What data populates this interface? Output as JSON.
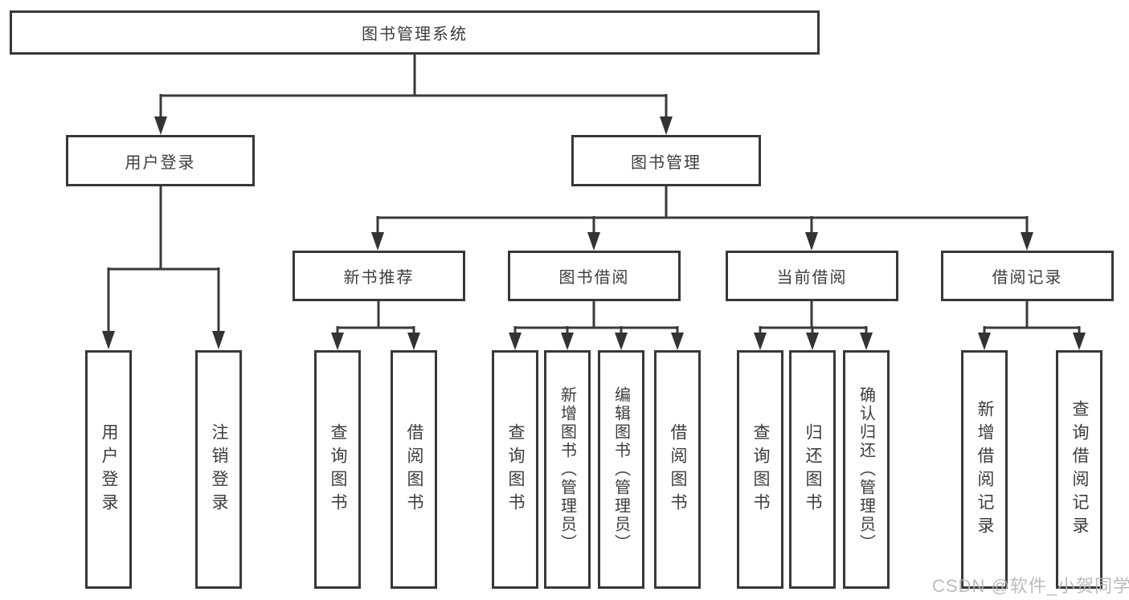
{
  "tree": {
    "label": "图书管理系统",
    "children": [
      {
        "label": "用户登录",
        "children": [
          {
            "label": "用户登录"
          },
          {
            "label": "注销登录"
          }
        ]
      },
      {
        "label": "图书管理",
        "children": [
          {
            "label": "新书推荐",
            "children": [
              {
                "label": "查询图书"
              },
              {
                "label": "借阅图书"
              }
            ]
          },
          {
            "label": "图书借阅",
            "children": [
              {
                "label": "查询图书"
              },
              {
                "label": "新增图书（管理员）"
              },
              {
                "label": "编辑图书（管理员）"
              },
              {
                "label": "借阅图书"
              }
            ]
          },
          {
            "label": "当前借阅",
            "children": [
              {
                "label": "查询图书"
              },
              {
                "label": "归还图书"
              },
              {
                "label": "确认归还（管理员）"
              }
            ]
          },
          {
            "label": "借阅记录",
            "children": [
              {
                "label": "新增借阅记录"
              },
              {
                "label": "查询借阅记录"
              }
            ]
          }
        ]
      }
    ]
  },
  "watermark": {
    "text": "CSDN @软件_小贺同学"
  },
  "colors": {
    "line": "#3a3a3a",
    "border": "#383838",
    "text": "#3d3d3d",
    "watermark": "#b5b5b5",
    "background": "#ffffff"
  }
}
